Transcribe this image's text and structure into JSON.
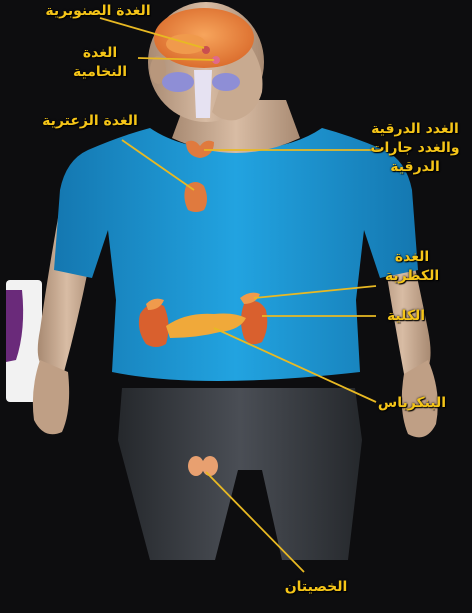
{
  "labels": {
    "pineal": [
      "الغدة الصنوبرية"
    ],
    "pituitary": [
      "الغدة",
      "النخامية"
    ],
    "thymus": [
      "الغدة الزعترية"
    ],
    "thyroid": [
      "الغدد الدرقية",
      "والغدد جارات",
      "الدرقية"
    ],
    "adrenal": [
      "الغدة",
      "الكظرية"
    ],
    "kidney": [
      "الكلية"
    ],
    "pancreas": [
      "البنكرياس"
    ],
    "testes": [
      "الخصيتان"
    ]
  },
  "colors": {
    "background": "#0d0d0f",
    "label": "#f5c518",
    "leader_line": "#e8b923",
    "shirt": "#1f9ad6",
    "skin": "#c9a98c",
    "brain": "#ef8a3c",
    "organ": "#e07a3e",
    "pancreas": "#f0a93a",
    "pants": "#3a3d42"
  }
}
